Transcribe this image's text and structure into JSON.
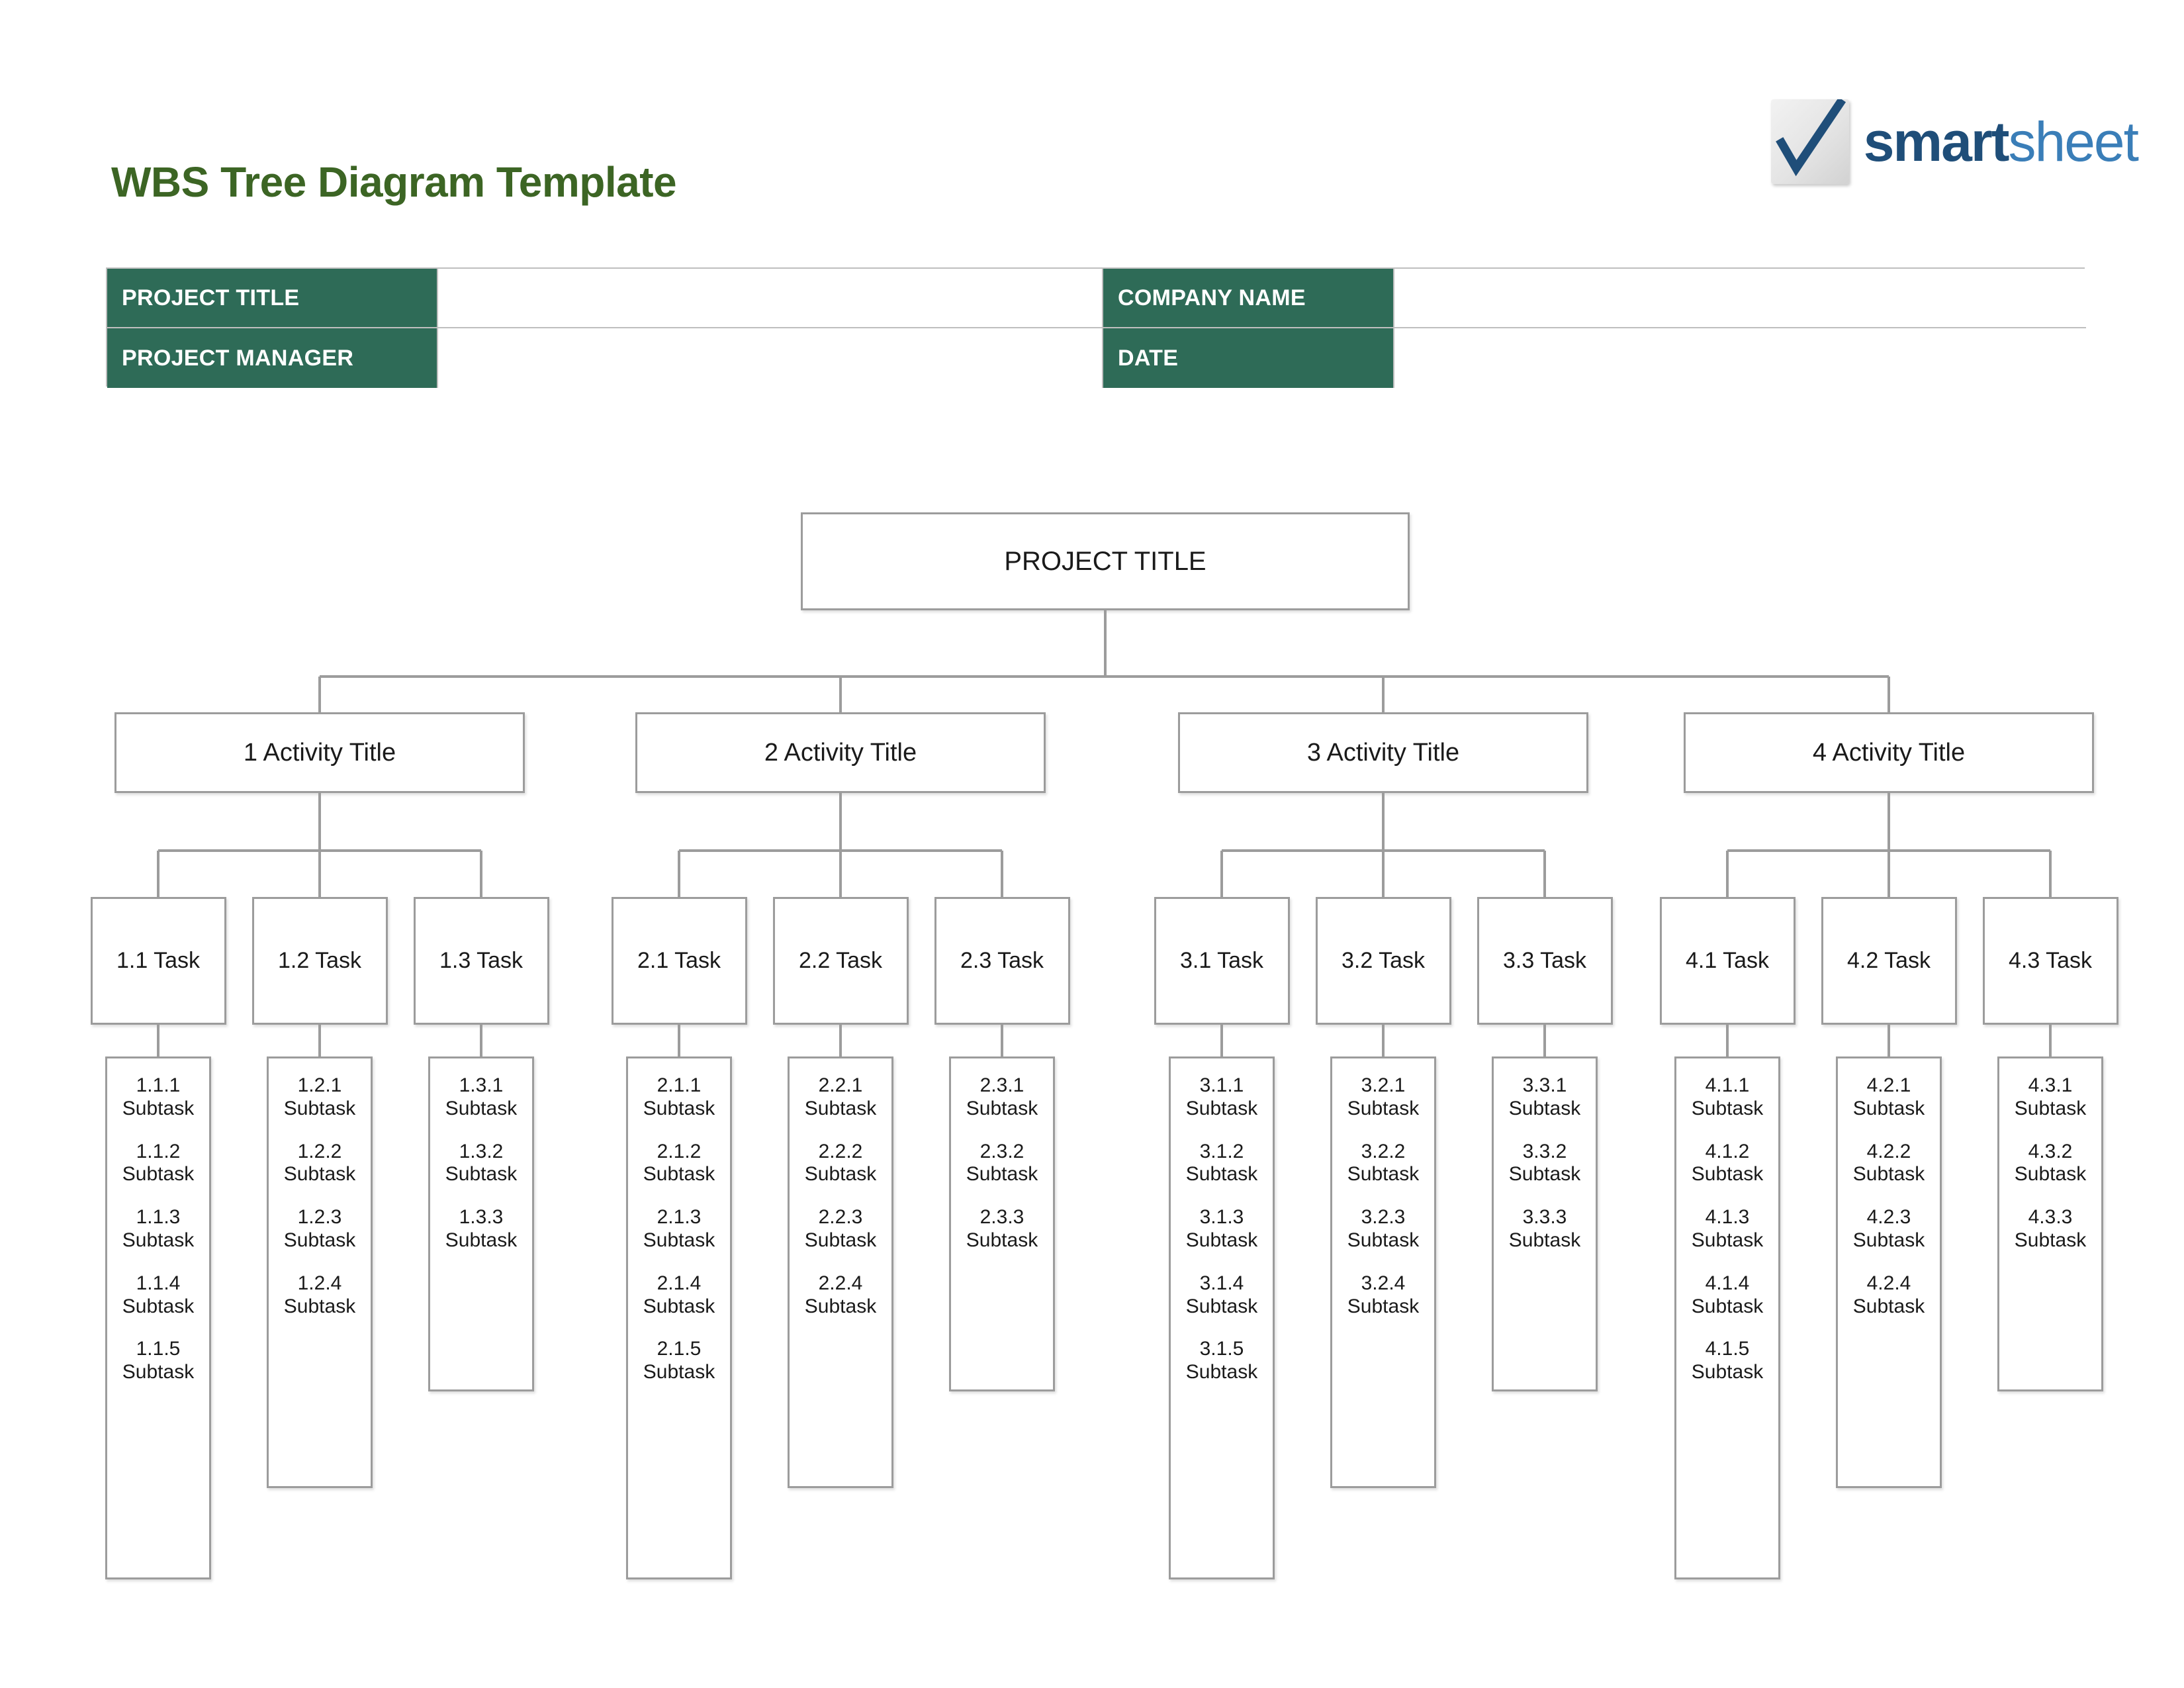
{
  "header": {
    "title": "WBS Tree Diagram Template",
    "title_color": "#3C6524",
    "logo": {
      "name": "smartsheet-logo",
      "word_part1": "smart",
      "word_part2": "sheet",
      "mark_icon": "checkmark-icon",
      "color_primary": "#1F4E79",
      "color_secondary": "#3A7EB8"
    }
  },
  "info_table": {
    "accent_color": "#2E6B57",
    "rows": [
      {
        "label_left": "PROJECT TITLE",
        "value_left": "",
        "label_right": "COMPANY NAME",
        "value_right": ""
      },
      {
        "label_left": "PROJECT MANAGER",
        "value_left": "",
        "label_right": "DATE",
        "value_right": ""
      }
    ]
  },
  "chart_data": {
    "type": "tree",
    "title": "WBS Tree Diagram Template",
    "node_border_color": "#9C9C9C",
    "root": {
      "label": "PROJECT TITLE"
    },
    "branches": [
      {
        "label": "1 Activity Title",
        "tasks": [
          {
            "label": "1.1 Task",
            "subtasks": [
              "1.1.1\nSubtask",
              "1.1.2\nSubtask",
              "1.1.3\nSubtask",
              "1.1.4\nSubtask",
              "1.1.5\nSubtask"
            ]
          },
          {
            "label": "1.2 Task",
            "subtasks": [
              "1.2.1\nSubtask",
              "1.2.2\nSubtask",
              "1.2.3\nSubtask",
              "1.2.4\nSubtask"
            ]
          },
          {
            "label": "1.3 Task",
            "subtasks": [
              "1.3.1\nSubtask",
              "1.3.2\nSubtask",
              "1.3.3\nSubtask"
            ]
          }
        ]
      },
      {
        "label": "2 Activity Title",
        "tasks": [
          {
            "label": "2.1 Task",
            "subtasks": [
              "2.1.1\nSubtask",
              "2.1.2\nSubtask",
              "2.1.3\nSubtask",
              "2.1.4\nSubtask",
              "2.1.5\nSubtask"
            ]
          },
          {
            "label": "2.2 Task",
            "subtasks": [
              "2.2.1\nSubtask",
              "2.2.2\nSubtask",
              "2.2.3\nSubtask",
              "2.2.4\nSubtask"
            ]
          },
          {
            "label": "2.3 Task",
            "subtasks": [
              "2.3.1\nSubtask",
              "2.3.2\nSubtask",
              "2.3.3\nSubtask"
            ]
          }
        ]
      },
      {
        "label": "3 Activity Title",
        "tasks": [
          {
            "label": "3.1 Task",
            "subtasks": [
              "3.1.1\nSubtask",
              "3.1.2\nSubtask",
              "3.1.3\nSubtask",
              "3.1.4\nSubtask",
              "3.1.5\nSubtask"
            ]
          },
          {
            "label": "3.2 Task",
            "subtasks": [
              "3.2.1\nSubtask",
              "3.2.2\nSubtask",
              "3.2.3\nSubtask",
              "3.2.4\nSubtask"
            ]
          },
          {
            "label": "3.3 Task",
            "subtasks": [
              "3.3.1\nSubtask",
              "3.3.2\nSubtask",
              "3.3.3\nSubtask"
            ]
          }
        ]
      },
      {
        "label": "4 Activity Title",
        "tasks": [
          {
            "label": "4.1 Task",
            "subtasks": [
              "4.1.1\nSubtask",
              "4.1.2\nSubtask",
              "4.1.3\nSubtask",
              "4.1.4\nSubtask",
              "4.1.5\nSubtask"
            ]
          },
          {
            "label": "4.2 Task",
            "subtasks": [
              "4.2.1\nSubtask",
              "4.2.2\nSubtask",
              "4.2.3\nSubtask",
              "4.2.4\nSubtask"
            ]
          },
          {
            "label": "4.3 Task",
            "subtasks": [
              "4.3.1\nSubtask",
              "4.3.2\nSubtask",
              "4.3.3\nSubtask"
            ]
          }
        ]
      }
    ]
  }
}
